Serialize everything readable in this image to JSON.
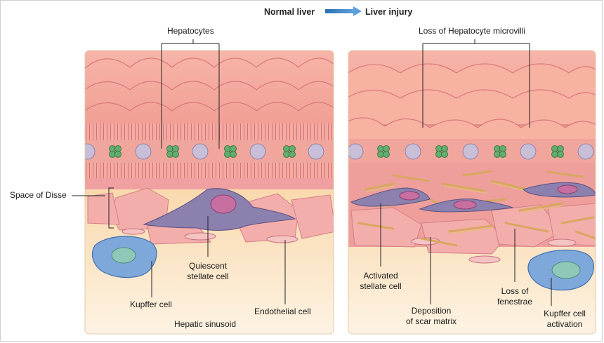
{
  "header": {
    "left": "Normal liver",
    "right": "Liver injury"
  },
  "labels": {
    "hepatocytes": "Hepatocytes",
    "loss_microvilli": "Loss of Hepatocyte microvilli",
    "space_of_disse": "Space of Disse",
    "quiescent_l1": "Quiescent",
    "quiescent_l2": "stellate cell",
    "kupffer": "Kupffer cell",
    "hepatic_sinusoid": "Hepatic sinusoid",
    "endothelial": "Endothelial cell",
    "activated_l1": "Activated",
    "activated_l2": "stellate cell",
    "deposition_l1": "Deposition",
    "deposition_l2": "of scar matrix",
    "loss_l1": "Loss of",
    "loss_l2": "fenestrae",
    "kupffer_act_l1": "Kupffer cell",
    "kupffer_act_l2": "activation"
  },
  "colors": {
    "hepatocyte": "#f2a598",
    "hepatocyte_dark": "#d9777a",
    "sinusoid_top": "#f7c27f",
    "sinusoid_bottom": "#fdf1dc",
    "endothelial": "#f2a9a6",
    "stellate": "#8c7fad",
    "stellate_nucleus": "#c3709f",
    "kupffer": "#7ea7d9",
    "kupffer_nucleus": "#8ec5b8",
    "junction_bead": "#c5bcd4",
    "tight_junction": "#5fa86b",
    "scar_fiber": "#d9a65f",
    "arrow": "#3a7fc1"
  }
}
